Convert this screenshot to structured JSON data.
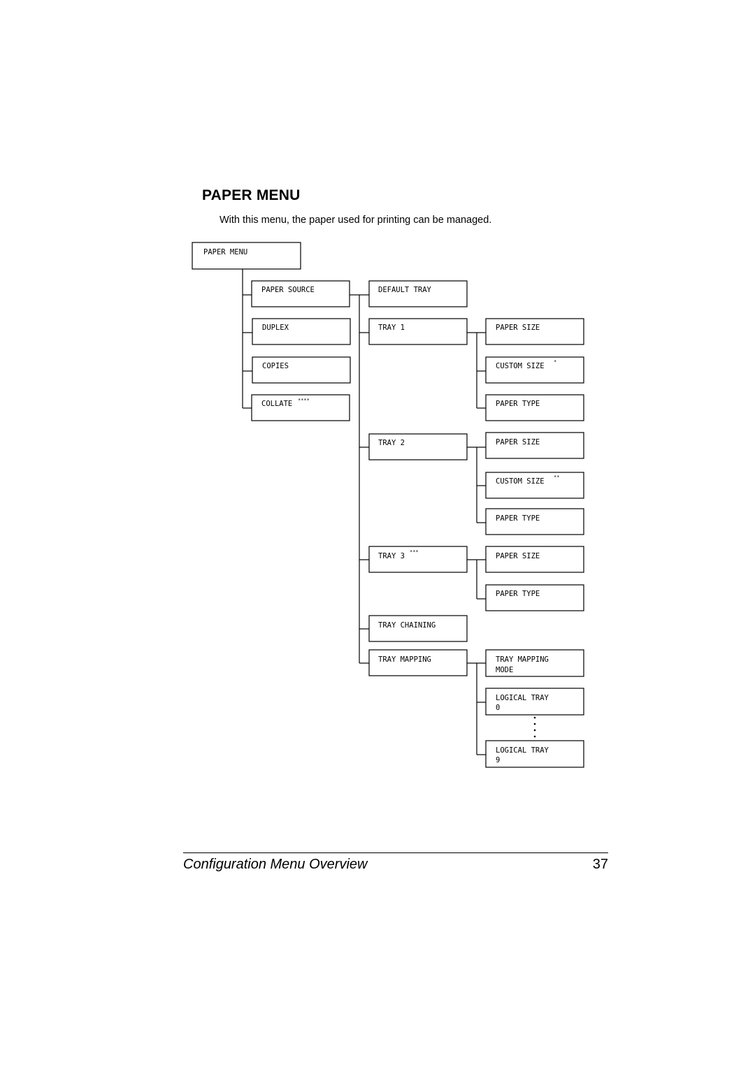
{
  "heading": "Paper Menu",
  "intro": "With this menu, the paper used for printing can be managed.",
  "menu_tree": {
    "root": "PAPER MENU",
    "level1": {
      "paper_source": "PAPER SOURCE",
      "duplex": "DUPLEX",
      "copies": "COPIES",
      "collate": "COLLATE",
      "collate_note": "****"
    },
    "level2": {
      "default_tray": "DEFAULT TRAY",
      "tray1": "TRAY 1",
      "tray2": "TRAY 2",
      "tray3": "TRAY 3",
      "tray3_note": "***",
      "tray_chaining": "TRAY CHAINING",
      "tray_mapping": "TRAY MAPPING"
    },
    "level3": {
      "tray1_paper_size": "PAPER SIZE",
      "tray1_custom_size": "CUSTOM SIZE",
      "tray1_custom_size_note": "*",
      "tray1_paper_type": "PAPER TYPE",
      "tray2_paper_size": "PAPER SIZE",
      "tray2_custom_size": "CUSTOM SIZE",
      "tray2_custom_size_note": "**",
      "tray2_paper_type": "PAPER TYPE",
      "tray3_paper_size": "PAPER SIZE",
      "tray3_paper_type": "PAPER TYPE",
      "mapping_mode_line1": "TRAY MAPPING",
      "mapping_mode_line2": "MODE",
      "logical_tray0_line1": "LOGICAL TRAY",
      "logical_tray0_line2": "0",
      "logical_tray9_line1": "LOGICAL TRAY",
      "logical_tray9_line2": "9"
    }
  },
  "footer": {
    "title": "Configuration Menu Overview",
    "page_number": "37"
  }
}
